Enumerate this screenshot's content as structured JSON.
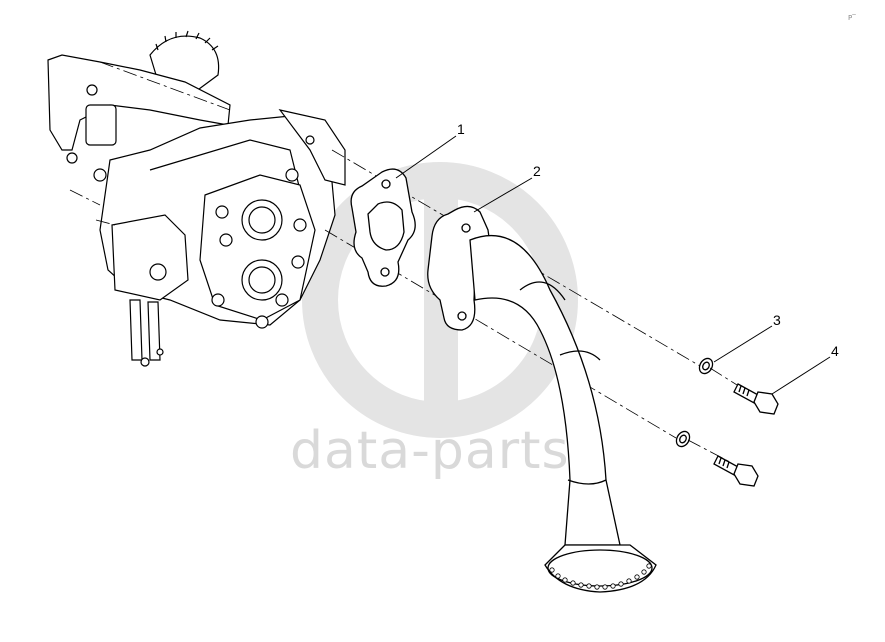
{
  "diagram": {
    "callouts": [
      {
        "id": "1",
        "label": "1"
      },
      {
        "id": "2",
        "label": "2"
      },
      {
        "id": "3",
        "label": "3"
      },
      {
        "id": "4",
        "label": "4"
      }
    ],
    "watermark": {
      "text": "data-parts",
      "color": "#d9d9d9"
    },
    "corner_mark": "P‾",
    "line_color": "#000000",
    "background": "#ffffff"
  }
}
